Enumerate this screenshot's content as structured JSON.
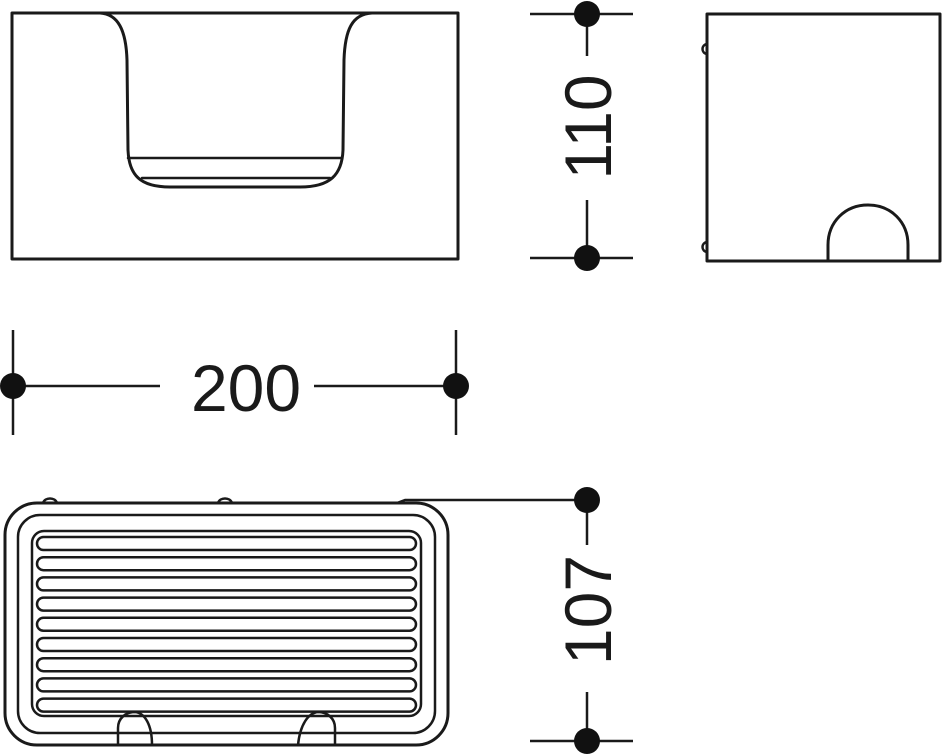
{
  "drawing": {
    "dimensions": {
      "height": "110",
      "width": "200",
      "depth": "107"
    }
  }
}
